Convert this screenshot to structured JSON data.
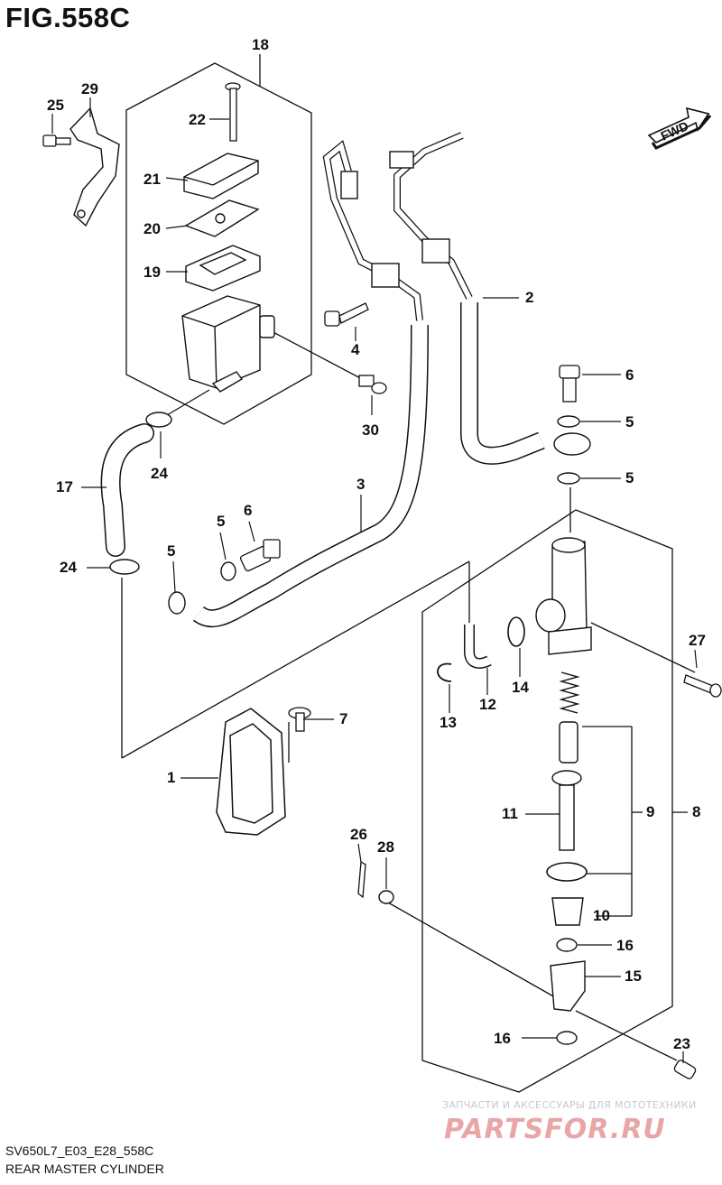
{
  "figure": {
    "title": "FIG.558C",
    "code": "SV650L7_E03_E28_558C",
    "caption": "REAR MASTER CYLINDER",
    "direction_label": "FWD"
  },
  "watermark": {
    "tagline": "ЗАПЧАСТИ И АКСЕССУАРЫ ДЛЯ МОТОТЕХНИКИ",
    "logo": "PARTSFOR.RU"
  },
  "callouts": {
    "c18": "18",
    "c29": "29",
    "c25": "25",
    "c22": "22",
    "c21": "21",
    "c20": "20",
    "c19": "19",
    "c4": "4",
    "c30": "30",
    "c2": "2",
    "c6a": "6",
    "c5a": "5",
    "c5b": "5",
    "c17": "17",
    "c24a": "24",
    "c3": "3",
    "c5c": "5",
    "c6b": "6",
    "c5d": "5",
    "c24b": "24",
    "c27": "27",
    "c12": "12",
    "c14": "14",
    "c13": "13",
    "c7": "7",
    "c1": "1",
    "c11": "11",
    "c9": "9",
    "c8": "8",
    "c26": "26",
    "c28": "28",
    "c10": "10",
    "c16a": "16",
    "c15": "15",
    "c16b": "16",
    "c23": "23"
  }
}
